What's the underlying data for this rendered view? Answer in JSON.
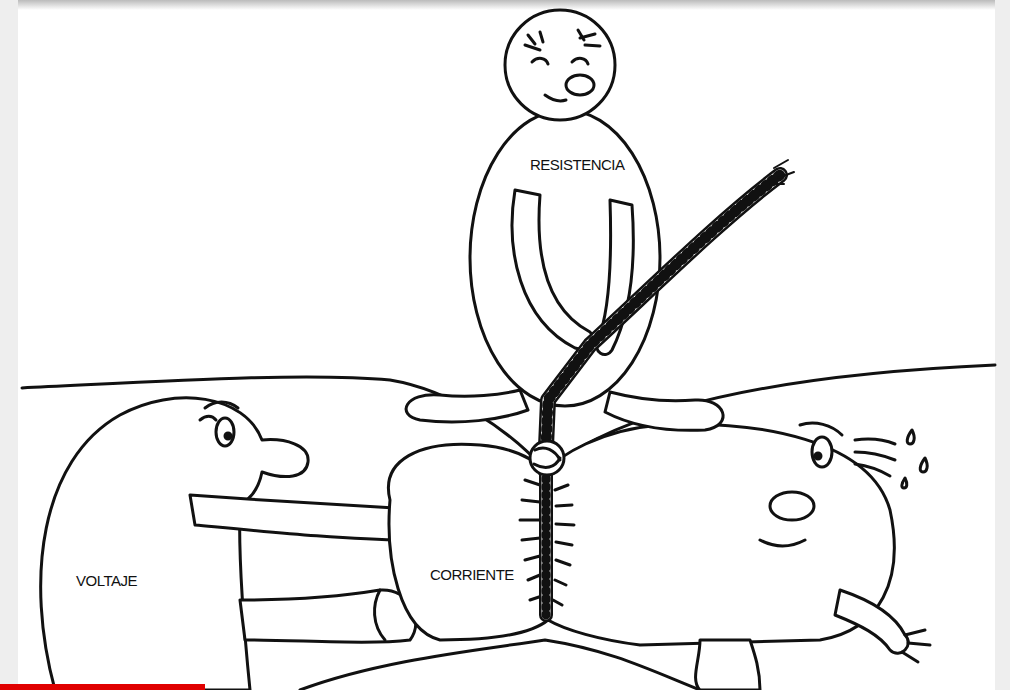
{
  "diagram": {
    "labels": [
      "RESISTENCIA",
      "VOLTAJE",
      "CORRIENTE"
    ]
  }
}
